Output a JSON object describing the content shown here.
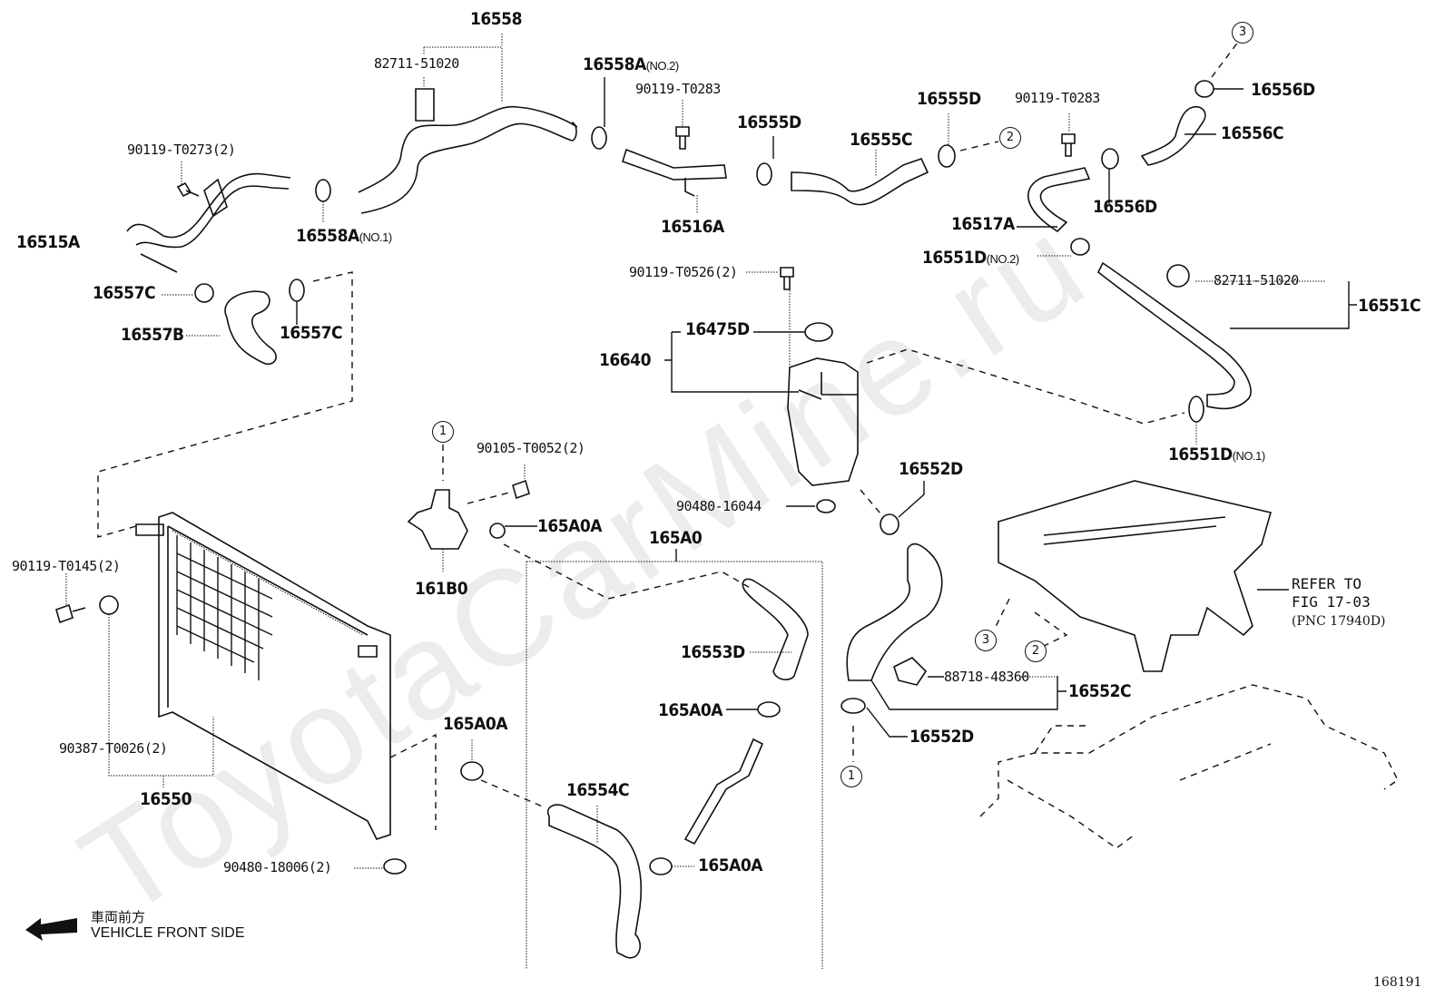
{
  "diagram": {
    "title_code": "168191",
    "watermark": "ToyotaCarMine.ru",
    "direction_note": {
      "japanese": "車両前方",
      "english": "VEHICLE FRONT SIDE",
      "arrow": "left-arrow"
    },
    "reference_note": {
      "line1": "REFER TO",
      "line2": "FIG 17-03",
      "line3": "(PNC 17940D)"
    },
    "connectors": [
      "1",
      "2",
      "3"
    ],
    "labels": {
      "p16558": "16558",
      "p82711_top": "82711-51020",
      "p16558A_no2": "16558A",
      "p16558A_no2_sub": "(NO.2)",
      "p90119_T0283_a": "90119-T0283",
      "p16555D_a": "16555D",
      "p16555D_b": "16555D",
      "p16555C": "16555C",
      "p90119_T0283_b": "90119-T0283",
      "p16556D_top": "16556D",
      "p16556C": "16556C",
      "p16556D_mid": "16556D",
      "p90119_T0273": "90119-T0273(2)",
      "p16515A": "16515A",
      "p16558A_no1": "16558A",
      "p16558A_no1_sub": "(NO.1)",
      "p16516A": "16516A",
      "p16517A": "16517A",
      "p16551D_no2": "16551D",
      "p16551D_no2_sub": "(NO.2)",
      "p16557C_a": "16557C",
      "p16557B": "16557B",
      "p16557C_b": "16557C",
      "p90119_T0526": "90119-T0526(2)",
      "p82711_right": "82711-51020",
      "p16551C": "16551C",
      "p16475D": "16475D",
      "p16640": "16640",
      "p16551D_no1": "16551D",
      "p16551D_no1_sub": "(NO.1)",
      "p90105_T0052": "90105-T0052(2)",
      "p16552D_top": "16552D",
      "p90480_16044": "90480-16044",
      "p165A0A_a": "165A0A",
      "p165A0": "165A0",
      "p90119_T0145": "90119-T0145(2)",
      "p161B0": "161B0",
      "p16553D": "16553D",
      "p88718": "88718-48360",
      "p16552C": "16552C",
      "p165A0A_b": "165A0A",
      "p165A0A_c": "165A0A",
      "p90387": "90387-T0026(2)",
      "p16552D_bot": "16552D",
      "p16550": "16550",
      "p16554C": "16554C",
      "p165A0A_d": "165A0A",
      "p90480_18006": "90480-18006(2)"
    }
  }
}
